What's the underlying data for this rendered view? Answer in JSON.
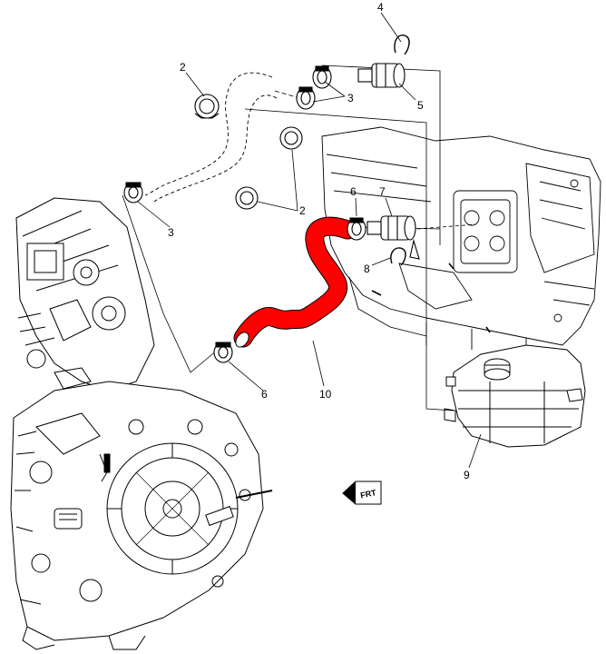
{
  "diagram": {
    "callouts": [
      {
        "id": "c2a",
        "text": "2"
      },
      {
        "id": "c2b",
        "text": "2"
      },
      {
        "id": "c3a",
        "text": "3"
      },
      {
        "id": "c3b",
        "text": "3"
      },
      {
        "id": "c4",
        "text": "4"
      },
      {
        "id": "c5",
        "text": "5"
      },
      {
        "id": "c6a",
        "text": "6"
      },
      {
        "id": "c6b",
        "text": "6"
      },
      {
        "id": "c7",
        "text": "7"
      },
      {
        "id": "c8",
        "text": "8"
      },
      {
        "id": "c9",
        "text": "9"
      },
      {
        "id": "c10",
        "text": "10"
      }
    ],
    "direction_label": "FRT",
    "highlight_color": "#ff0000",
    "line_color": "#000000"
  }
}
